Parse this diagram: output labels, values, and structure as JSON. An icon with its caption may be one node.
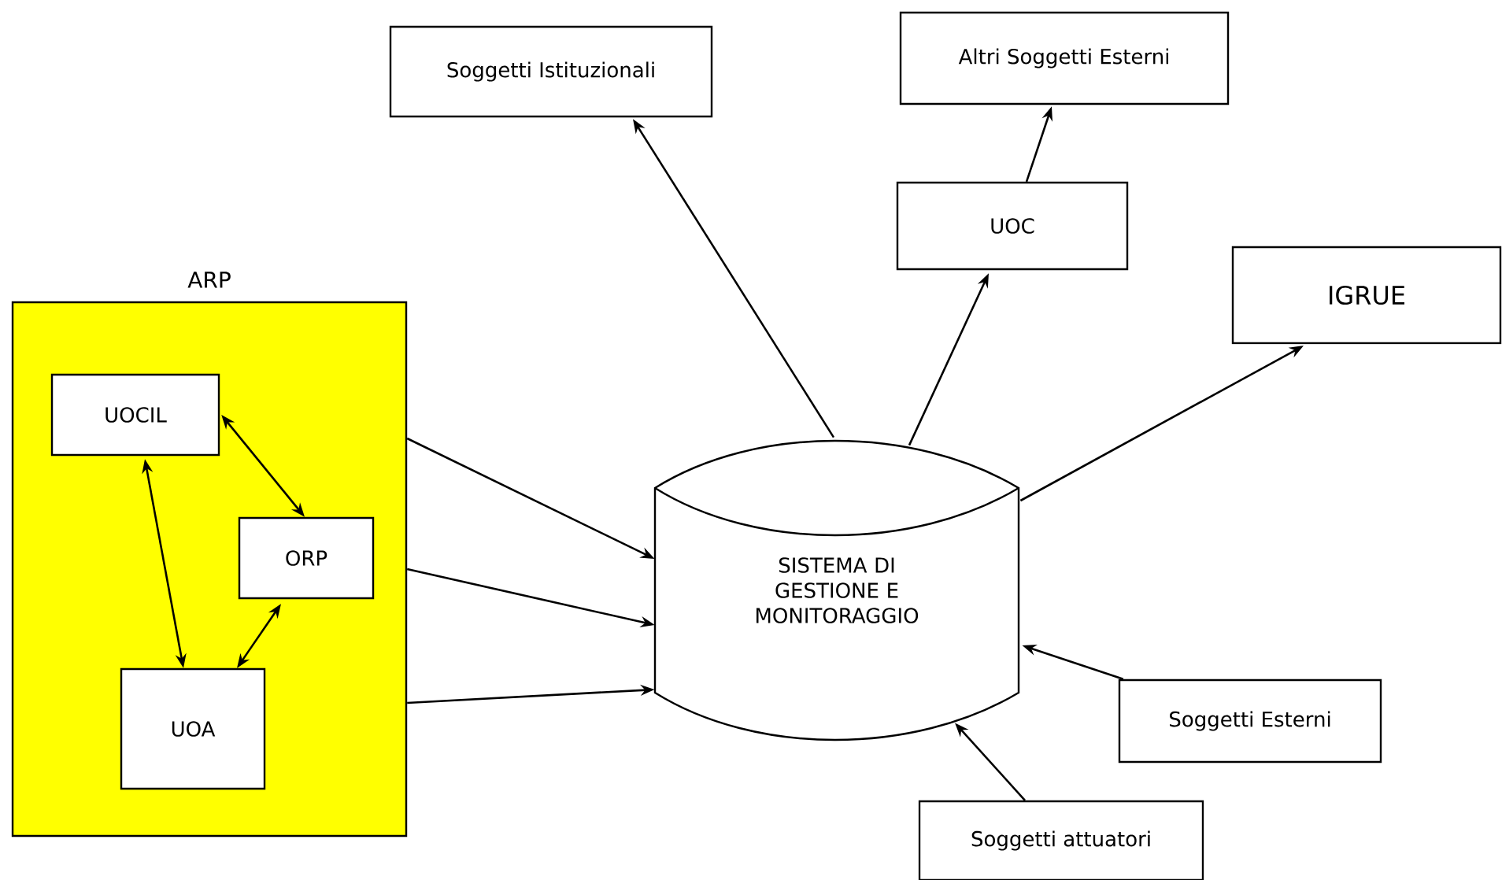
{
  "diagram": {
    "nodes": [
      {
        "text": [
          "Soggetti Istituzionali"
        ]
      },
      {
        "text": [
          "Altri Soggetti Esterni"
        ]
      },
      {
        "text": [
          "UOC"
        ]
      },
      {
        "text": [
          "ARP"
        ]
      },
      {
        "text": [
          "UOCIL"
        ],
        "in": 3
      },
      {
        "text": [
          "IGRUE"
        ]
      },
      {
        "text": [
          "ORP"
        ],
        "in": 3
      },
      {
        "text": [
          "SISTEMA DI GESTIONE E MONITORAGGIO"
        ]
      },
      {
        "text": [
          "UOA"
        ],
        "in": 3
      },
      {
        "text": [
          "Soggetti Esterni"
        ]
      },
      {
        "text": [
          "Soggetti attuatori"
        ]
      }
    ],
    "edges": [
      {
        "from": 7,
        "to": 0,
        "arrow": "to"
      },
      {
        "from": 7,
        "to": 2,
        "arrow": "to"
      },
      {
        "from": 2,
        "to": 1,
        "arrow": "to"
      },
      {
        "from": 7,
        "to": 5,
        "arrow": "to"
      },
      {
        "from": 4,
        "to": 6,
        "arrow": "both"
      },
      {
        "from": 4,
        "to": 8,
        "arrow": "both"
      },
      {
        "from": 6,
        "to": 8,
        "arrow": "both"
      },
      {
        "from": 3,
        "to": 7,
        "arrow": "to"
      },
      {
        "from": 3,
        "to": 7,
        "arrow": "to"
      },
      {
        "from": 3,
        "to": 7,
        "arrow": "to"
      },
      {
        "from": 9,
        "to": 7,
        "arrow": "to"
      },
      {
        "from": 10,
        "to": 7,
        "arrow": "to"
      }
    ]
  }
}
